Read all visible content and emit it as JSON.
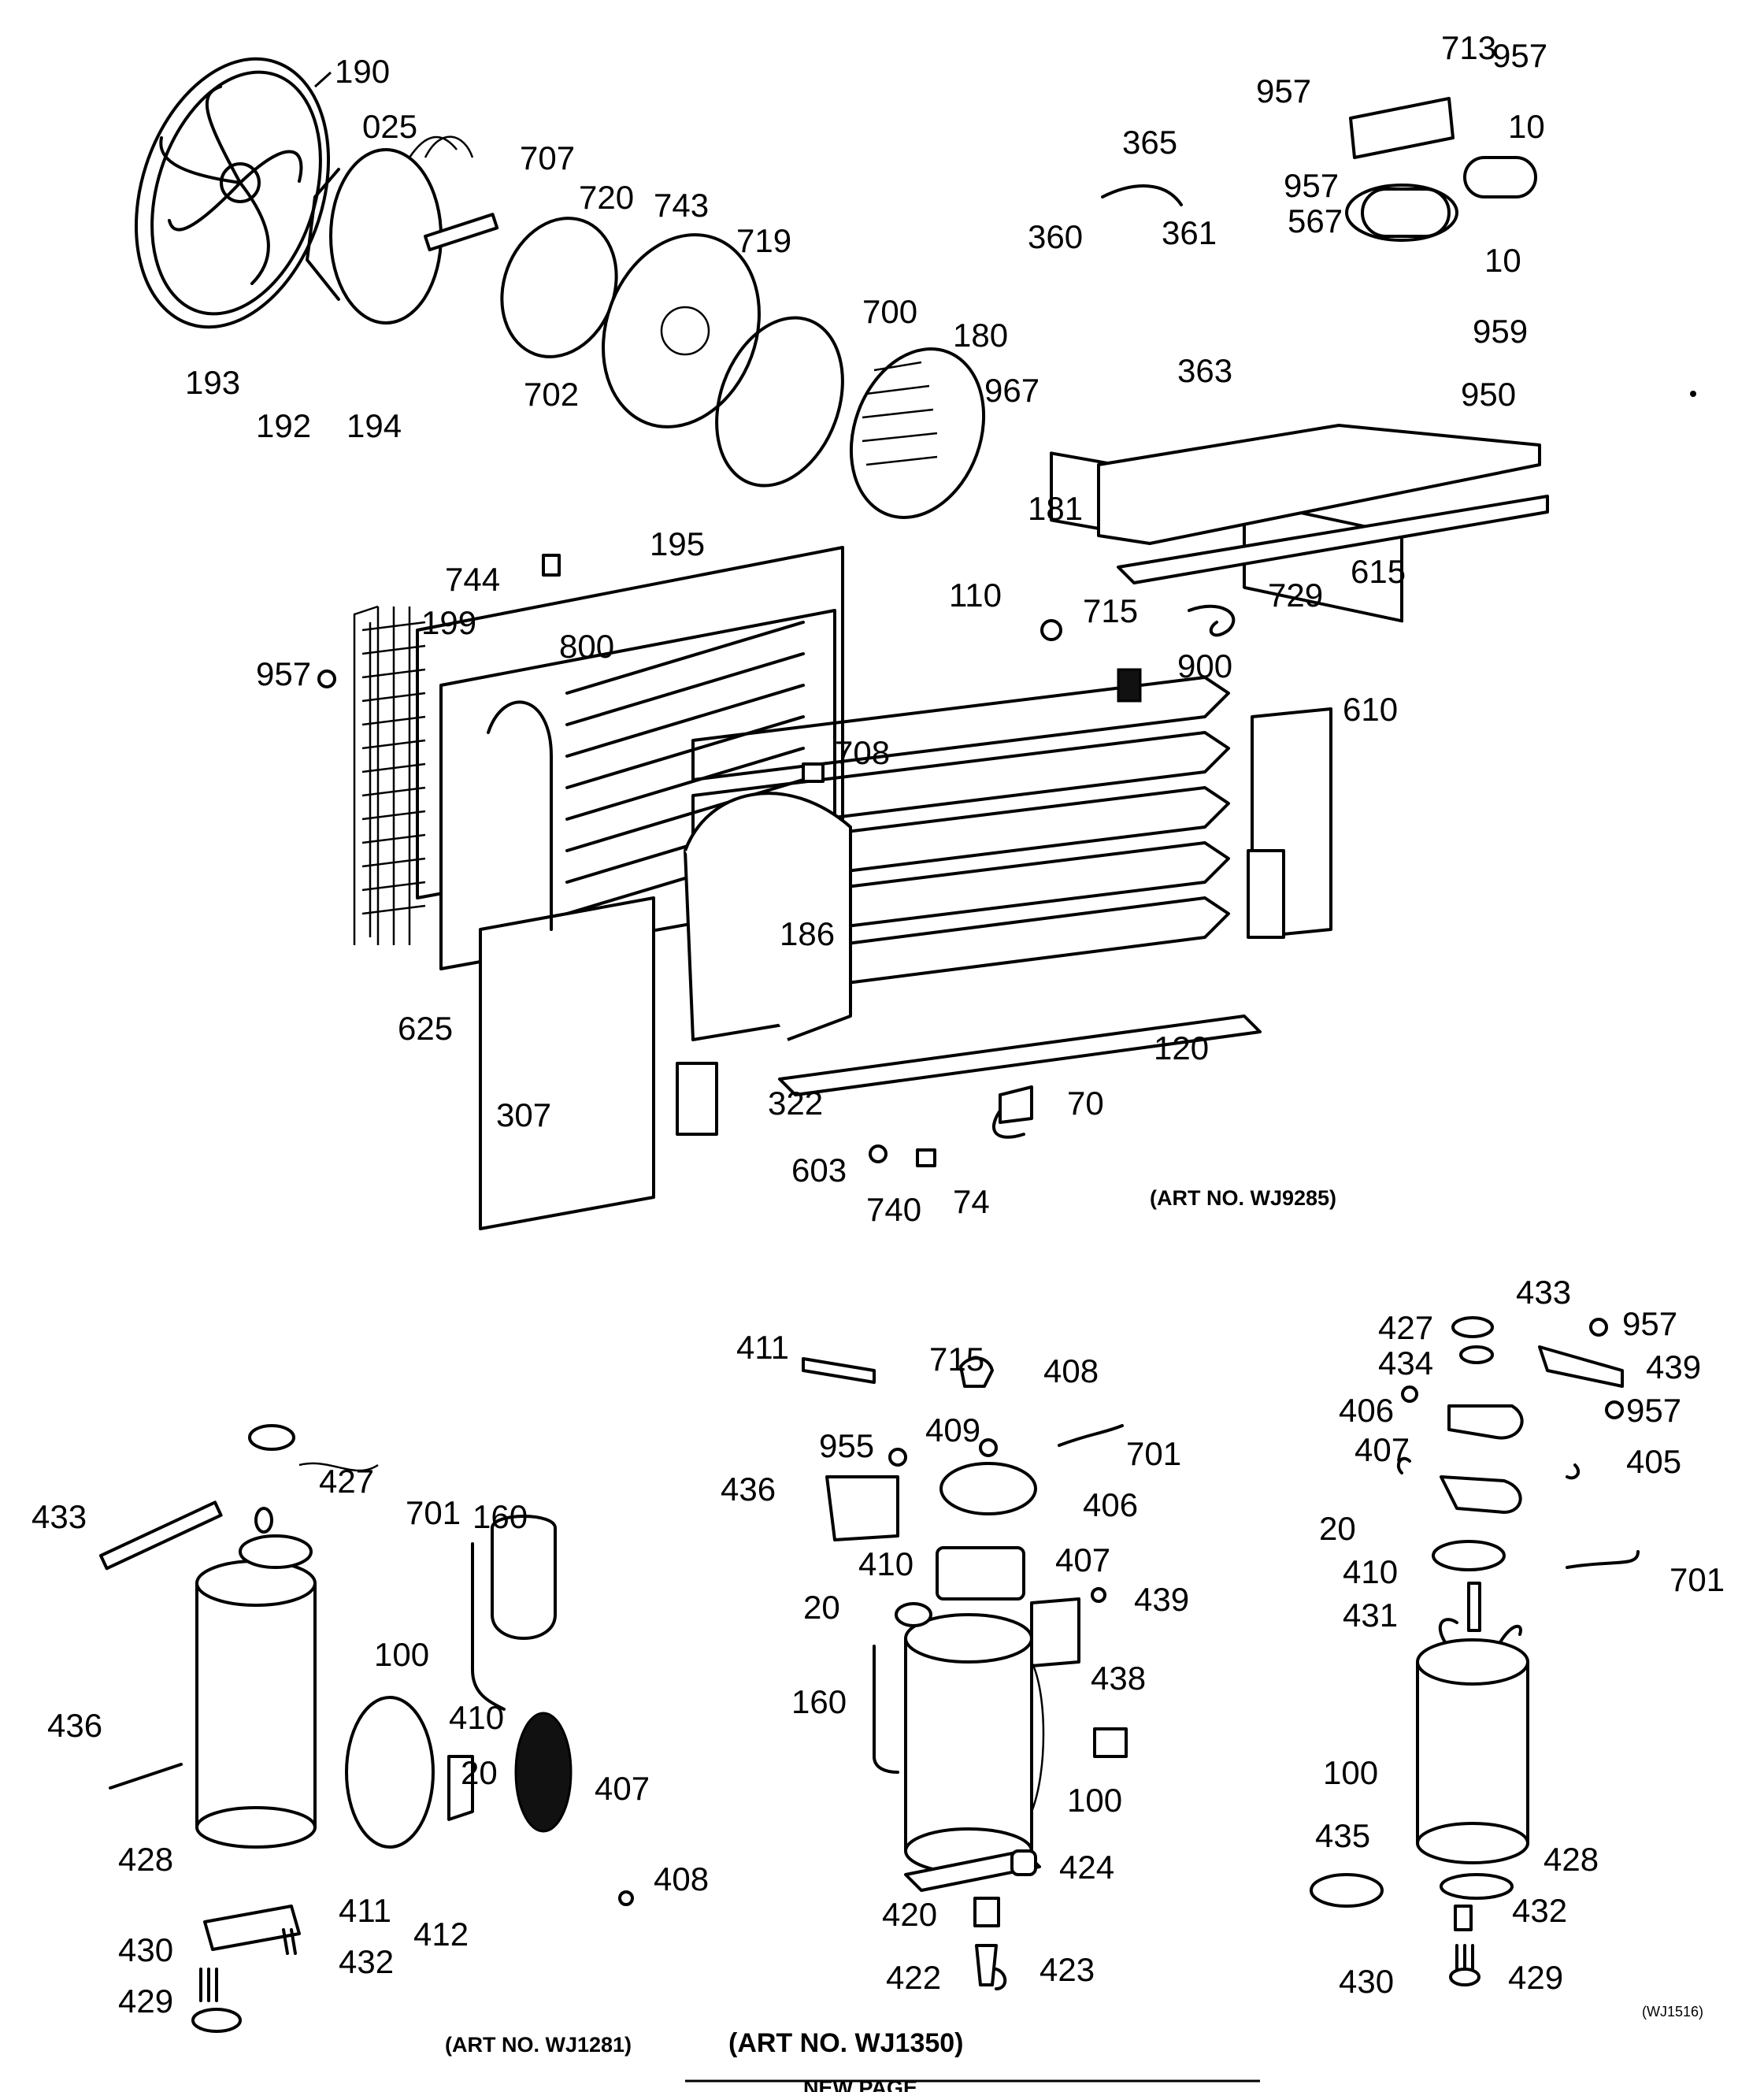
{
  "callouts": {
    "top": [
      "190",
      "025",
      "707",
      "720",
      "743",
      "719",
      "700",
      "180",
      "193",
      "192",
      "194",
      "702",
      "365",
      "360",
      "361",
      "363",
      "967",
      "181",
      "713",
      "957a",
      "957b",
      "957c",
      "10a",
      "10b",
      "567",
      "959",
      "950",
      "615",
      "744",
      "195",
      "110",
      "715",
      "729",
      "199",
      "957d",
      "800",
      "900",
      "708",
      "610",
      "186",
      "625",
      "322",
      "120",
      "70",
      "307",
      "603",
      "740",
      "74"
    ],
    "labels": {
      "190": "190",
      "025": "025",
      "707": "707",
      "720": "720",
      "743": "743",
      "719": "719",
      "700": "700",
      "180": "180",
      "193": "193",
      "192": "192",
      "194": "194",
      "702": "702",
      "365": "365",
      "360": "360",
      "361": "361",
      "363": "363",
      "967": "967",
      "181": "181",
      "713": "713",
      "957a": "957",
      "957b": "957",
      "957c": "957",
      "10a": "10",
      "10b": "10",
      "567": "567",
      "959": "959",
      "950": "950",
      "615": "615",
      "744": "744",
      "195": "195",
      "110": "110",
      "715": "715",
      "729": "729",
      "199": "199",
      "957d": "957",
      "800": "800",
      "900": "900",
      "708": "708",
      "610": "610",
      "186": "186",
      "625": "625",
      "322": "322",
      "120": "120",
      "70": "70",
      "307": "307",
      "603": "603",
      "740": "740",
      "74": "74"
    }
  },
  "left_group": {
    "labels": {
      "433": "433",
      "427": "427",
      "701": "701",
      "160": "160",
      "100": "100",
      "436": "436",
      "410": "410",
      "20": "20",
      "407": "407",
      "428": "428",
      "411": "411",
      "412": "412",
      "408": "408",
      "430": "430",
      "432": "432",
      "429": "429"
    }
  },
  "middle_group": {
    "labels": {
      "411": "411",
      "715": "715",
      "408": "408",
      "955": "955",
      "409": "409",
      "701": "701",
      "436": "436",
      "406": "406",
      "410": "410",
      "407": "407",
      "20": "20",
      "439": "439",
      "438": "438",
      "160": "160",
      "100": "100",
      "424": "424",
      "420": "420",
      "422": "422",
      "423": "423"
    }
  },
  "right_group": {
    "labels": {
      "427": "427",
      "433": "433",
      "957a": "957",
      "434": "434",
      "439": "439",
      "406": "406",
      "957b": "957",
      "407": "407",
      "405": "405",
      "20": "20",
      "410": "410",
      "701": "701",
      "431": "431",
      "100": "100",
      "435": "435",
      "428": "428",
      "432": "432",
      "430": "430",
      "429": "429"
    }
  },
  "art_numbers": {
    "top": "(ART NO. WJ9285)",
    "left": "(ART NO. WJ1281)",
    "middle": "(ART NO. WJ1350)",
    "right": "(WJ1516)"
  },
  "footer_text": "NEW PAGE"
}
